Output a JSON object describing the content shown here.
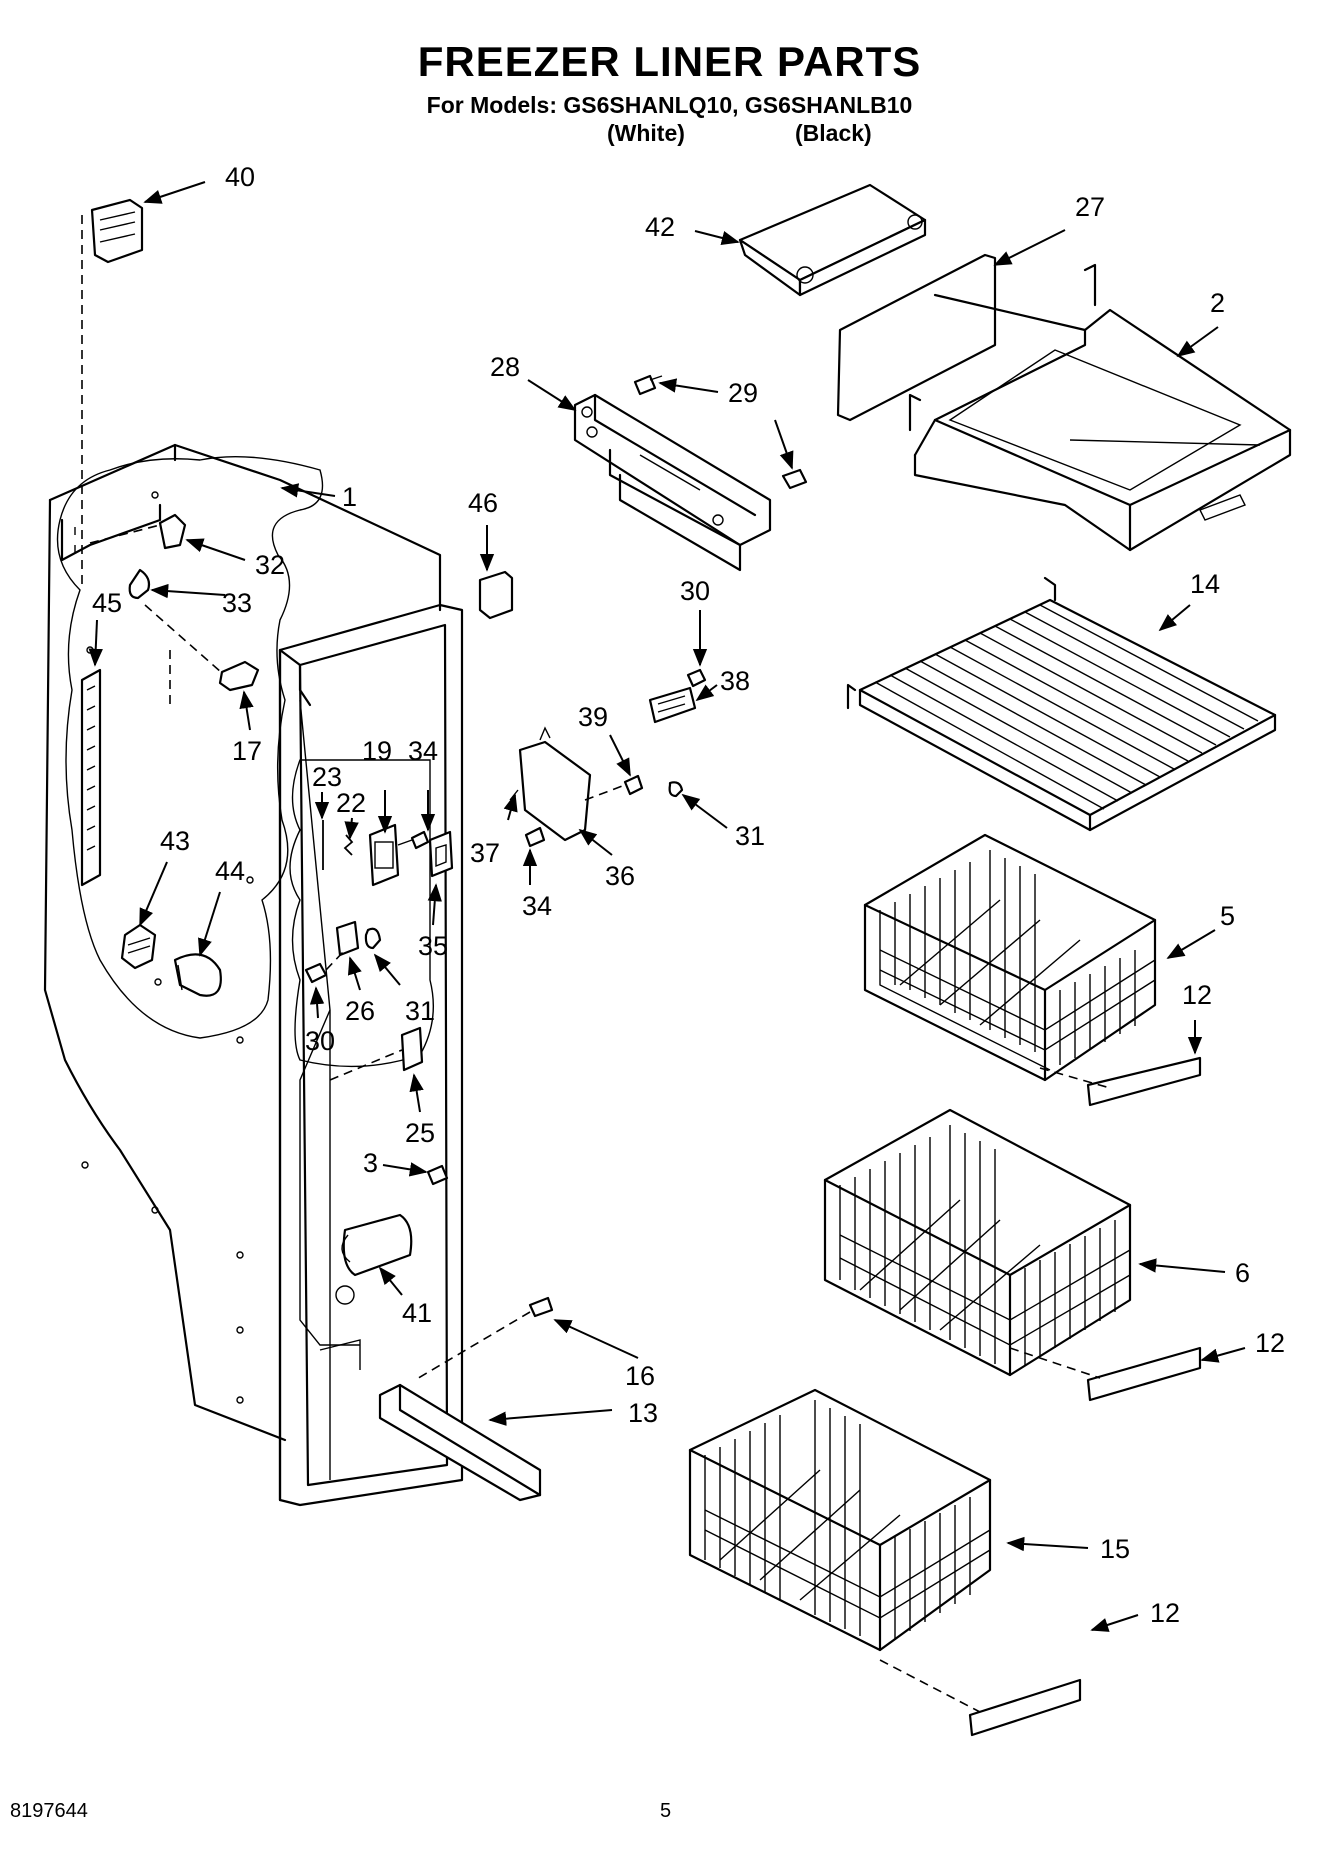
{
  "title": "FREEZER LINER PARTS",
  "models_line": "For Models: GS6SHANLQ10, GS6SHANLB10",
  "variant_white": "(White)",
  "variant_black": "(Black)",
  "footer": {
    "doc_number": "8197644",
    "page_number": "5"
  },
  "callouts": [
    "40",
    "42",
    "27",
    "2",
    "28",
    "29",
    "1",
    "46",
    "32",
    "33",
    "45",
    "30",
    "38",
    "14",
    "17",
    "39",
    "19",
    "34",
    "23",
    "22",
    "31",
    "43",
    "44",
    "37",
    "36",
    "5",
    "35",
    "26",
    "12",
    "25",
    "3",
    "6",
    "41",
    "16",
    "13",
    "15"
  ]
}
